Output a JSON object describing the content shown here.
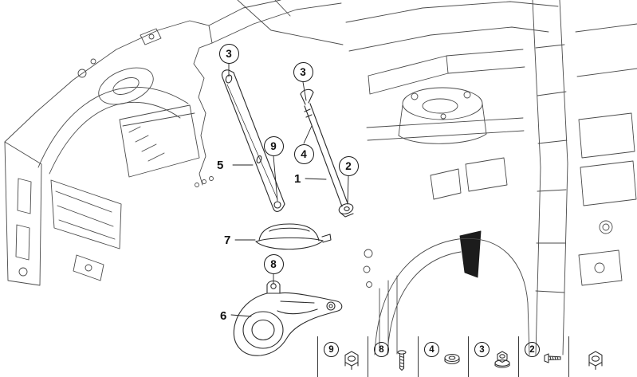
{
  "diagram": {
    "callouts": [
      "3",
      "3",
      "9",
      "4",
      "2",
      "5",
      "1",
      "7",
      "8",
      "6"
    ],
    "legend": {
      "items": [
        {
          "label": "9",
          "icon": "hex-nut"
        },
        {
          "label": "8",
          "icon": "stud-screw"
        },
        {
          "label": "4",
          "icon": "washer"
        },
        {
          "label": "3",
          "icon": "flange-nut"
        },
        {
          "label": "2",
          "icon": "machine-screw"
        }
      ]
    },
    "colors": {
      "structure_line": "#4a4a4a",
      "part_line": "#2b2b2b",
      "dark_fill": "#1c1c1c",
      "background": "#ffffff"
    }
  }
}
